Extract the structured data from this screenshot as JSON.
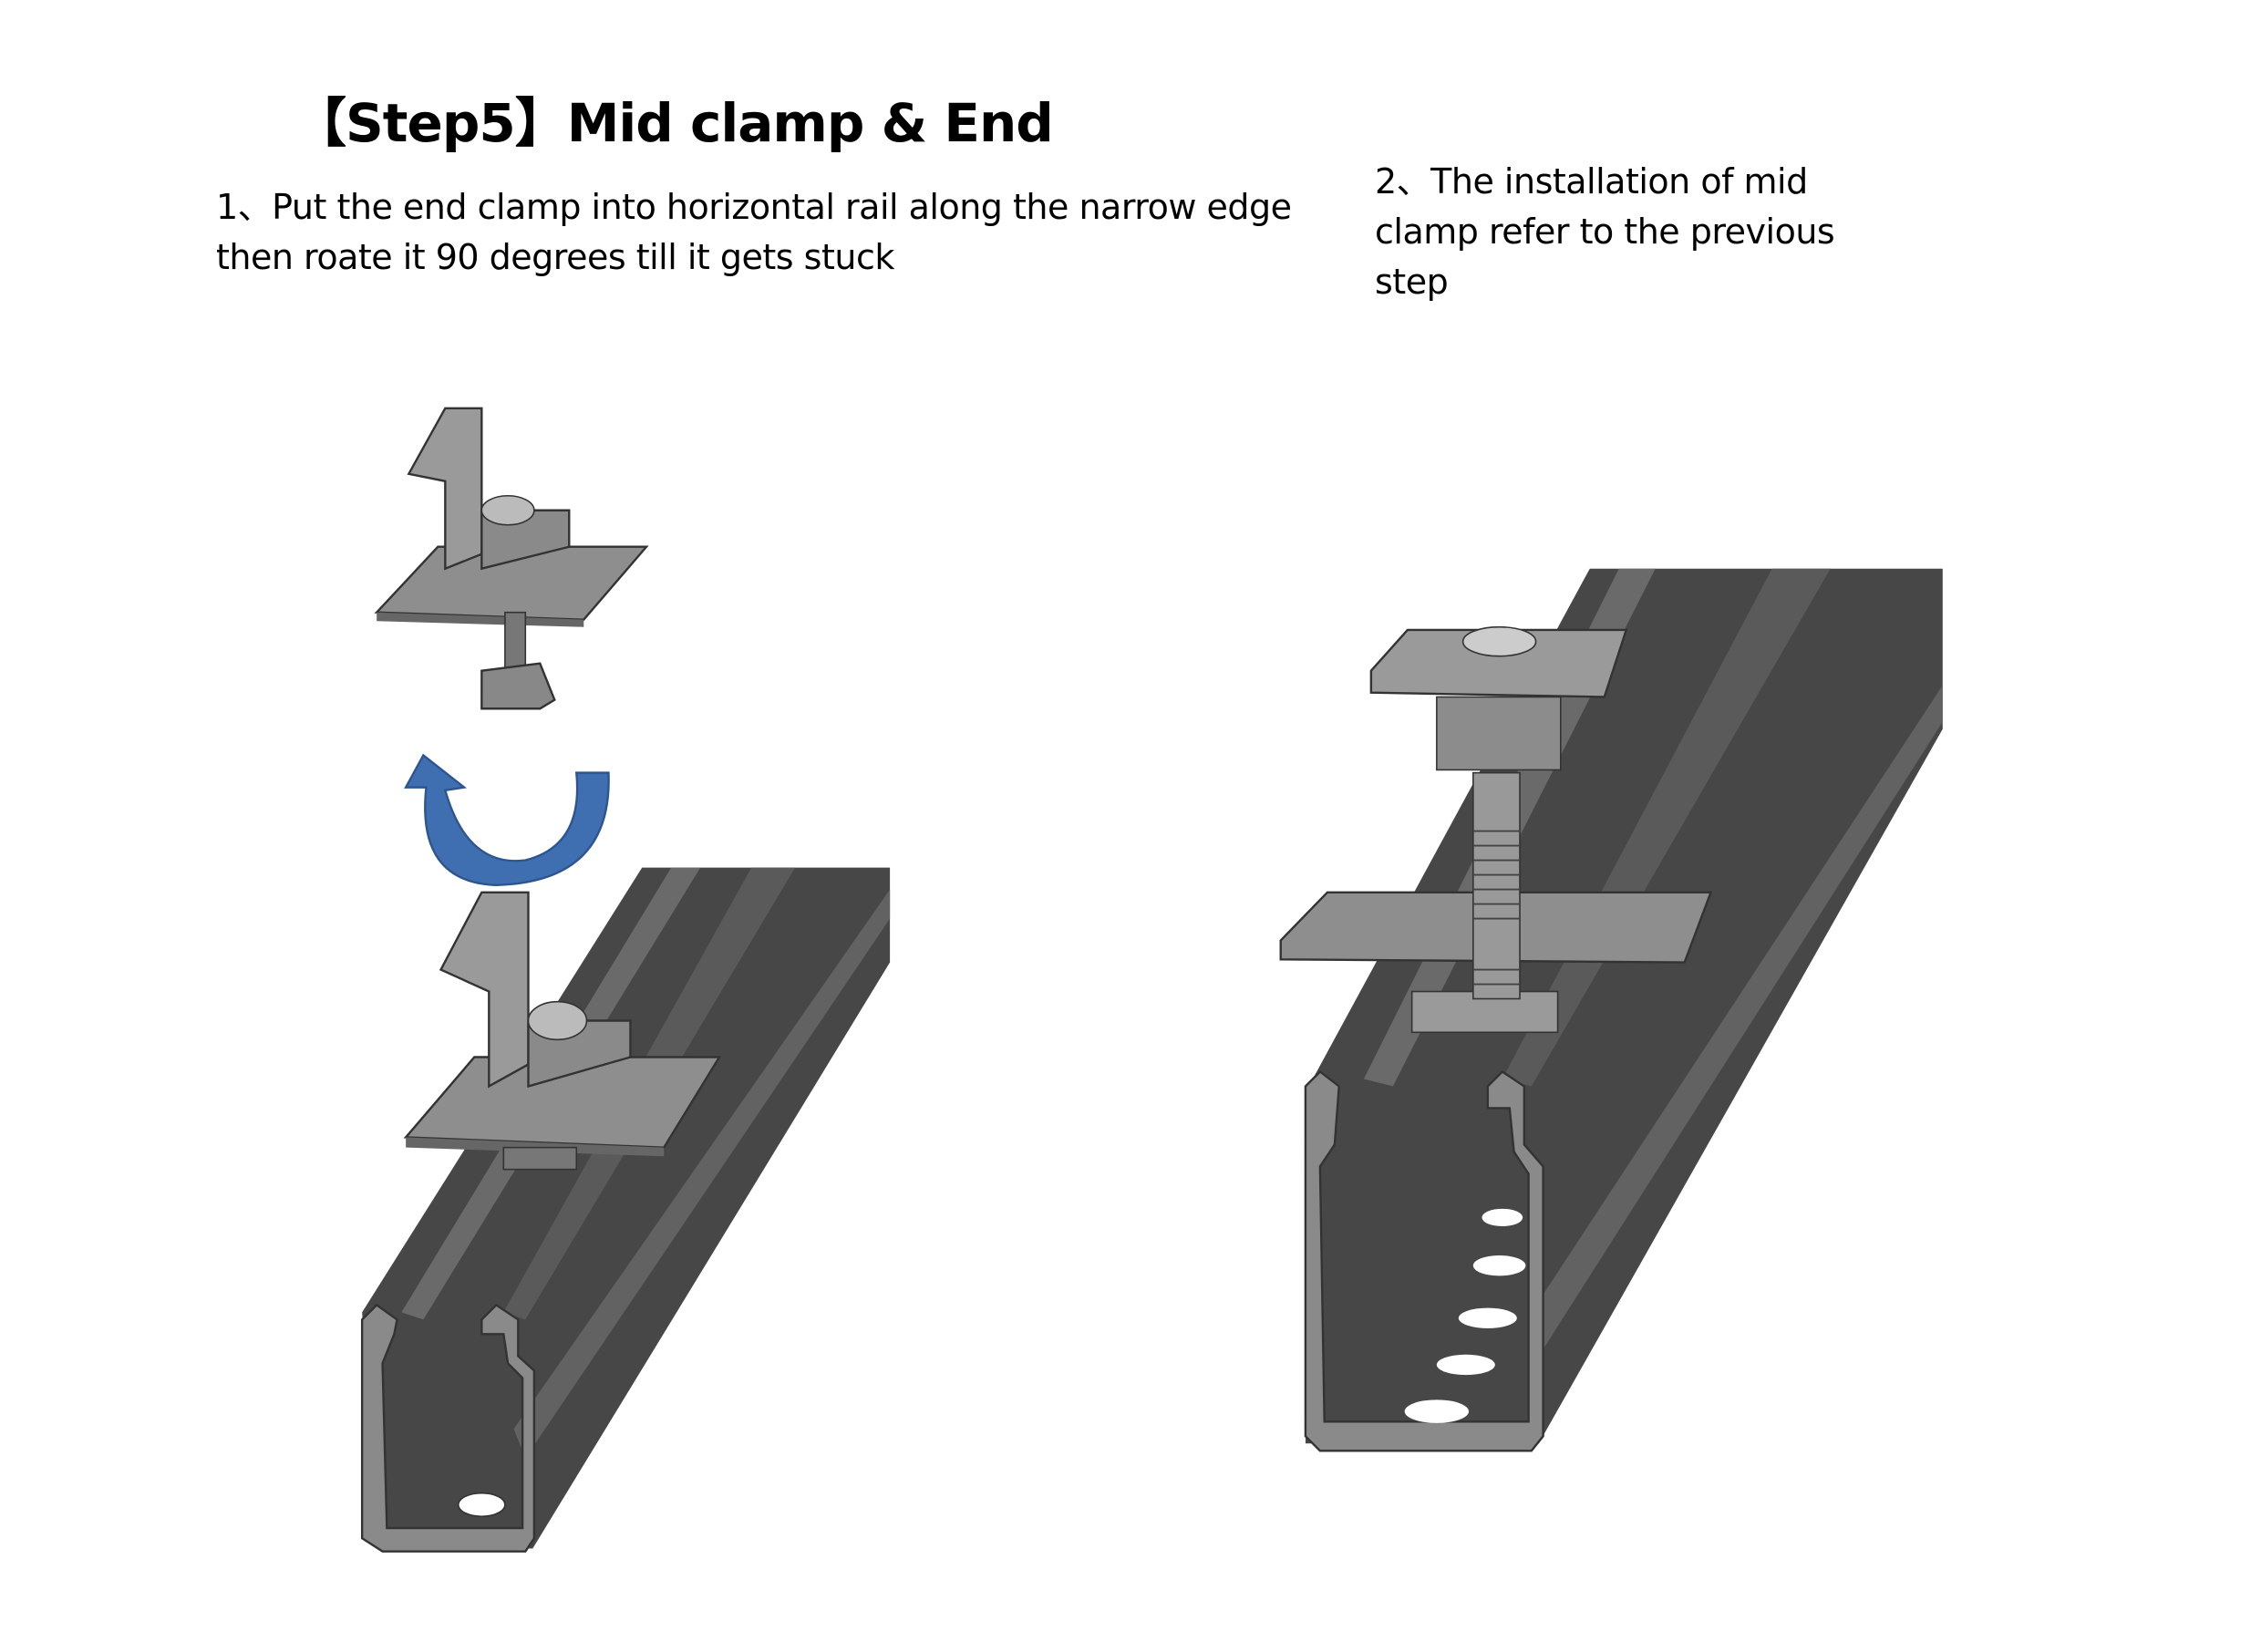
{
  "title": "【Step5】Mid clamp & End",
  "steps": [
    {
      "text": "1、Put the end clamp into horizontal rail along the narrow edge then roate it 90 degrees till it gets stuck"
    },
    {
      "text": "2、The installation of mid clamp refer to the previous step"
    }
  ],
  "colors": {
    "rail": "#4a4a4a",
    "clamp": "#8e8e8e",
    "arrow": "#3f6fb0"
  }
}
